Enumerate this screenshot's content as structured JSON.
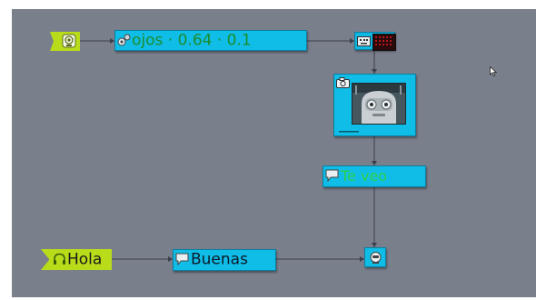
{
  "blocks": {
    "vision": {
      "label": "ojos · 0.64 · 0.1",
      "icon": "eye-gear-icon"
    },
    "matrix": {
      "icon": "led-matrix-icon"
    },
    "photo": {
      "icon": "camera-icon"
    },
    "say": {
      "label": "Te veo",
      "icon": "speech-bubble-icon"
    },
    "hear": {
      "label": "Hola",
      "icon": "headset-icon"
    },
    "reply": {
      "label": "Buenas",
      "icon": "speech-bubble-icon"
    },
    "end": {
      "icon": "robot-face-icon"
    },
    "camera_hat": {
      "icon": "camera-target-icon"
    }
  },
  "colors": {
    "canvas": "#7a7f8c",
    "block": "#10bde6",
    "hat": "#b8dc1a",
    "vision_text": "#1c8c2e",
    "say_text": "#2ed34a"
  }
}
